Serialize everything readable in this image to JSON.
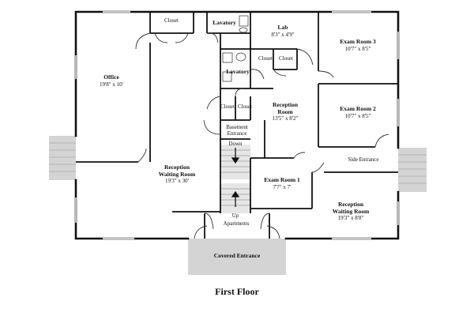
{
  "floor_title": "First Floor",
  "rooms": {
    "office": {
      "name": "Office",
      "dims": "19'8\" x 10'"
    },
    "closet_top": {
      "name": "Closet"
    },
    "lavatory_top": {
      "name": "Lavatory"
    },
    "lab": {
      "name": "Lab",
      "dims": "8'3\" x 4'9\""
    },
    "exam3": {
      "name": "Exam Room 3",
      "dims": "10'7\" x 8'5\""
    },
    "lavatory_mid": {
      "name": "Lavatory"
    },
    "closet_lab_a": {
      "name": "Closet"
    },
    "closet_lab_b": {
      "name": "Closet"
    },
    "closet_c1": {
      "name": "Closet"
    },
    "closet_c2": {
      "name": "Closet"
    },
    "reception_room": {
      "name": "Reception Room",
      "dims": "13'5\" x 8'2\""
    },
    "exam2": {
      "name": "Exam Room 2",
      "dims": "10'7\" x 8'5\""
    },
    "basement_entrance": {
      "name": "Basement Entrance"
    },
    "down": {
      "name": "Down"
    },
    "side_entrance": {
      "name": "Side Entrance"
    },
    "waiting_left": {
      "name": "Reception Waiting Room",
      "dims": "19'3\" x 30'"
    },
    "exam1": {
      "name": "Exam Room 1",
      "dims": "7'7\" x 7'"
    },
    "waiting_right": {
      "name": "Reception Waiting Room",
      "dims": "19'3\" x 8'8\""
    },
    "up": {
      "name": "Up"
    },
    "apartments": {
      "name": "Apartments"
    },
    "covered_entrance": {
      "name": "Covered Entrance"
    }
  }
}
